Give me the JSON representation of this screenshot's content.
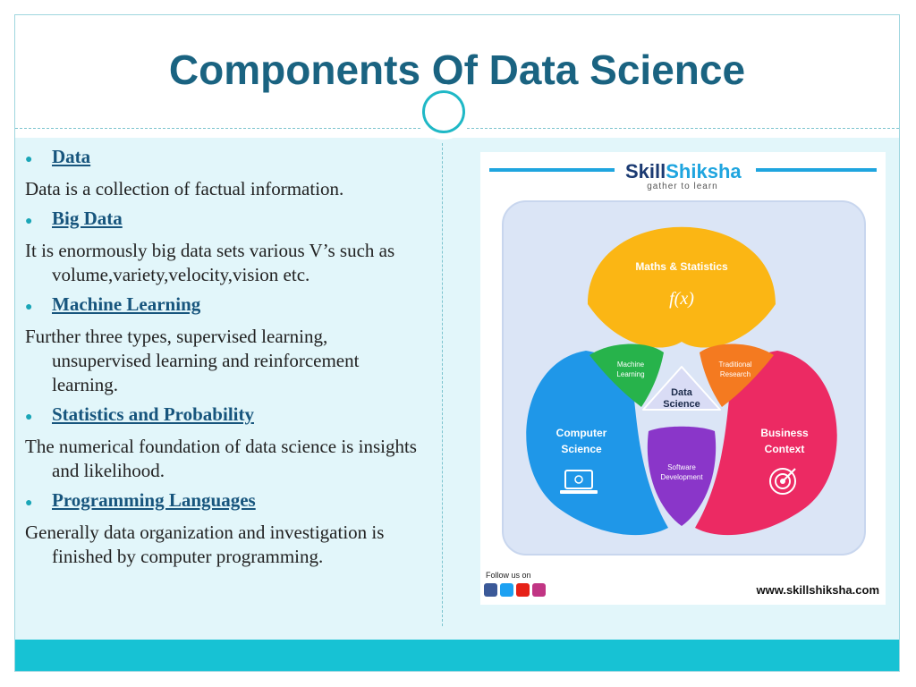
{
  "slide": {
    "title": "Components Of Data Science"
  },
  "content": {
    "bullets": [
      {
        "heading": "Data",
        "description": "Data is a collection of  factual information."
      },
      {
        "heading": "Big Data",
        "description": "It is enormously big data sets various V’s such as volume,variety,velocity,vision etc."
      },
      {
        "heading": "Machine Learning",
        "description": "Further three types, supervised learning, unsupervised learning and reinforcement learning."
      },
      {
        "heading": "Statistics and Probability",
        "description": "The numerical foundation of data science is insights and likelihood."
      },
      {
        "heading": "Programming Languages",
        "description": "Generally data organization and investigation is finished by computer programming."
      }
    ]
  },
  "figure": {
    "brand": "SkillShiksha",
    "brand_part1": "Skill",
    "brand_part2": "Shiksha",
    "tagline": "gather to learn",
    "maths": "Maths & Statistics",
    "formula": "f(x)",
    "ml_line1": "Machine",
    "ml_line2": "Learning",
    "tr_line1": "Traditional",
    "tr_line2": "Research",
    "ds_line1": "Data",
    "ds_line2": "Science",
    "cs_line1": "Computer",
    "cs_line2": "Science",
    "bc_line1": "Business",
    "bc_line2": "Context",
    "sd_line1": "Software",
    "sd_line2": "Development",
    "follow": "Follow us on",
    "website": "www.skillshiksha.com",
    "colors": {
      "maths": "#fbb614",
      "cs": "#1f97e8",
      "bc": "#ec2a63",
      "ml": "#27b34b",
      "tr": "#f47a20",
      "sd": "#8a36c9",
      "center": "#d9dcf5",
      "panel_bg": "#dbe5f6",
      "brand_blue": "#1b3a72"
    },
    "social_icons": [
      "facebook-icon",
      "twitter-icon",
      "youtube-icon",
      "instagram-icon"
    ]
  }
}
